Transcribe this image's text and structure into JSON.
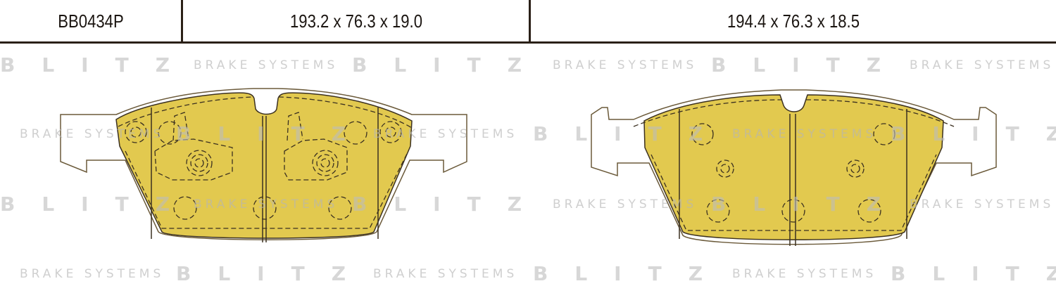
{
  "header": {
    "part_number": "BB0434P",
    "dimensions_left": "193.2 x 76.3 x 19.0",
    "dimensions_right": "194.4 x 76.3 x 18.5"
  },
  "watermark": {
    "brand": "BLITZ",
    "tagline": "BRAKE SYSTEMS"
  },
  "colors": {
    "pad_fill": "#e2c94f",
    "outline": "#3b3020",
    "watermark": "#d6d6d6"
  }
}
